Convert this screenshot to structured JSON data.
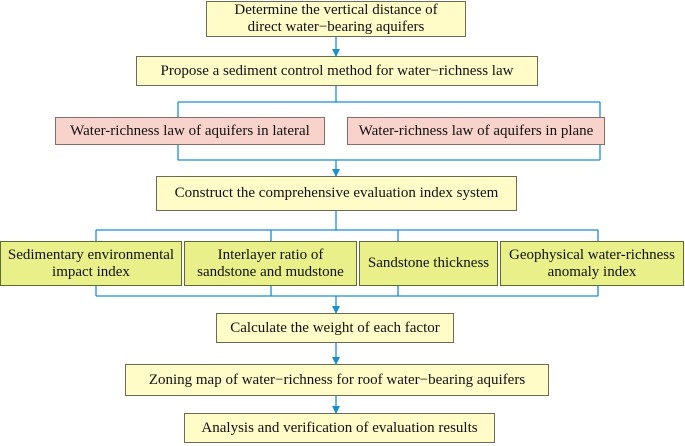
{
  "nodes": {
    "step1": "Determine the vertical distance of\ndirect water−bearing aquifers",
    "step2": "Propose a sediment control method for water−richness law",
    "lateral": "Water-richness law of aquifers in lateral",
    "plane": "Water-richness law of aquifers in plane",
    "step3": "Construct the comprehensive evaluation index system",
    "idx_sed": "Sedimentary environmental\nimpact index",
    "idx_ratio": "Interlayer ratio of\nsandstone and mudstone",
    "idx_thick": "Sandstone thickness",
    "idx_geo": "Geophysical water-richness\nanomaly index",
    "step4": "Calculate the weight of each factor",
    "step5": "Zoning map of water−richness for roof water−bearing aquifers",
    "step6": "Analysis and verification of evaluation results"
  },
  "colors": {
    "connector": "#1a8fd0",
    "box_yellow": "#fffcc8",
    "box_pink": "#f8d3cb",
    "box_lime": "#e9f08a"
  }
}
